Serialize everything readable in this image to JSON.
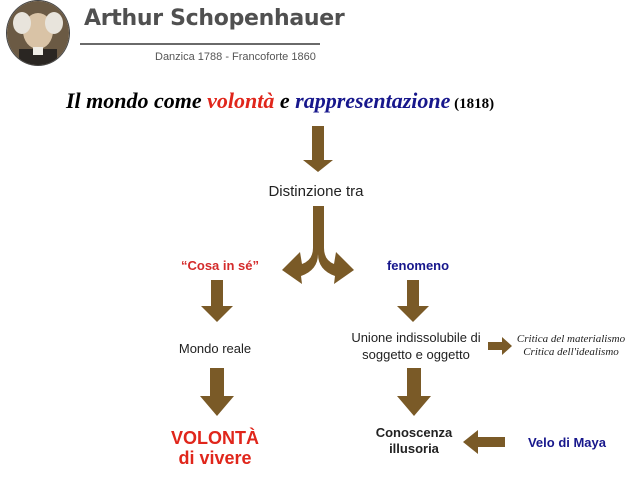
{
  "header": {
    "name": "Arthur Schopenhauer",
    "dates": "Danzica 1788 - Francoforte 1860"
  },
  "title": {
    "part1": "Il mondo come ",
    "volonta": "volontà",
    "part2": " e ",
    "rappresentazione": "rappresentazione",
    "year": " (1818)"
  },
  "diagram": {
    "distinzione": "Distinzione tra",
    "cosa_in_se": "“Cosa in sé”",
    "fenomeno": "fenomeno",
    "mondo_reale": "Mondo reale",
    "unione_line1": "Unione indissolubile di",
    "unione_line2": "soggetto e oggetto",
    "critica1": "Critica del materialismo",
    "critica2": "Critica dell'idealismo",
    "volonta_line1": "VOLONTÀ",
    "volonta_line2": "di vivere",
    "conoscenza_line1": "Conoscenza",
    "conoscenza_line2": "illusoria",
    "velo": "Velo di Maya"
  },
  "colors": {
    "arrow": "#7a5a27",
    "red": "#e0261b",
    "blue": "#17178c"
  }
}
